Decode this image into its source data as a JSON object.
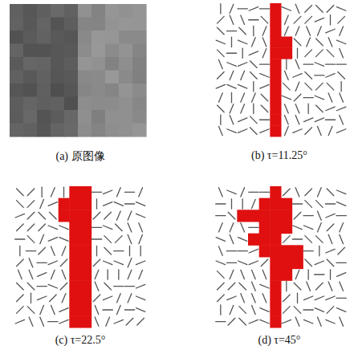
{
  "diagram": {
    "labels": [
      "(a) 原图像",
      "(b) τ=11.25°",
      "(c) τ=22.5°",
      "(d) τ=45°"
    ]
  }
}
